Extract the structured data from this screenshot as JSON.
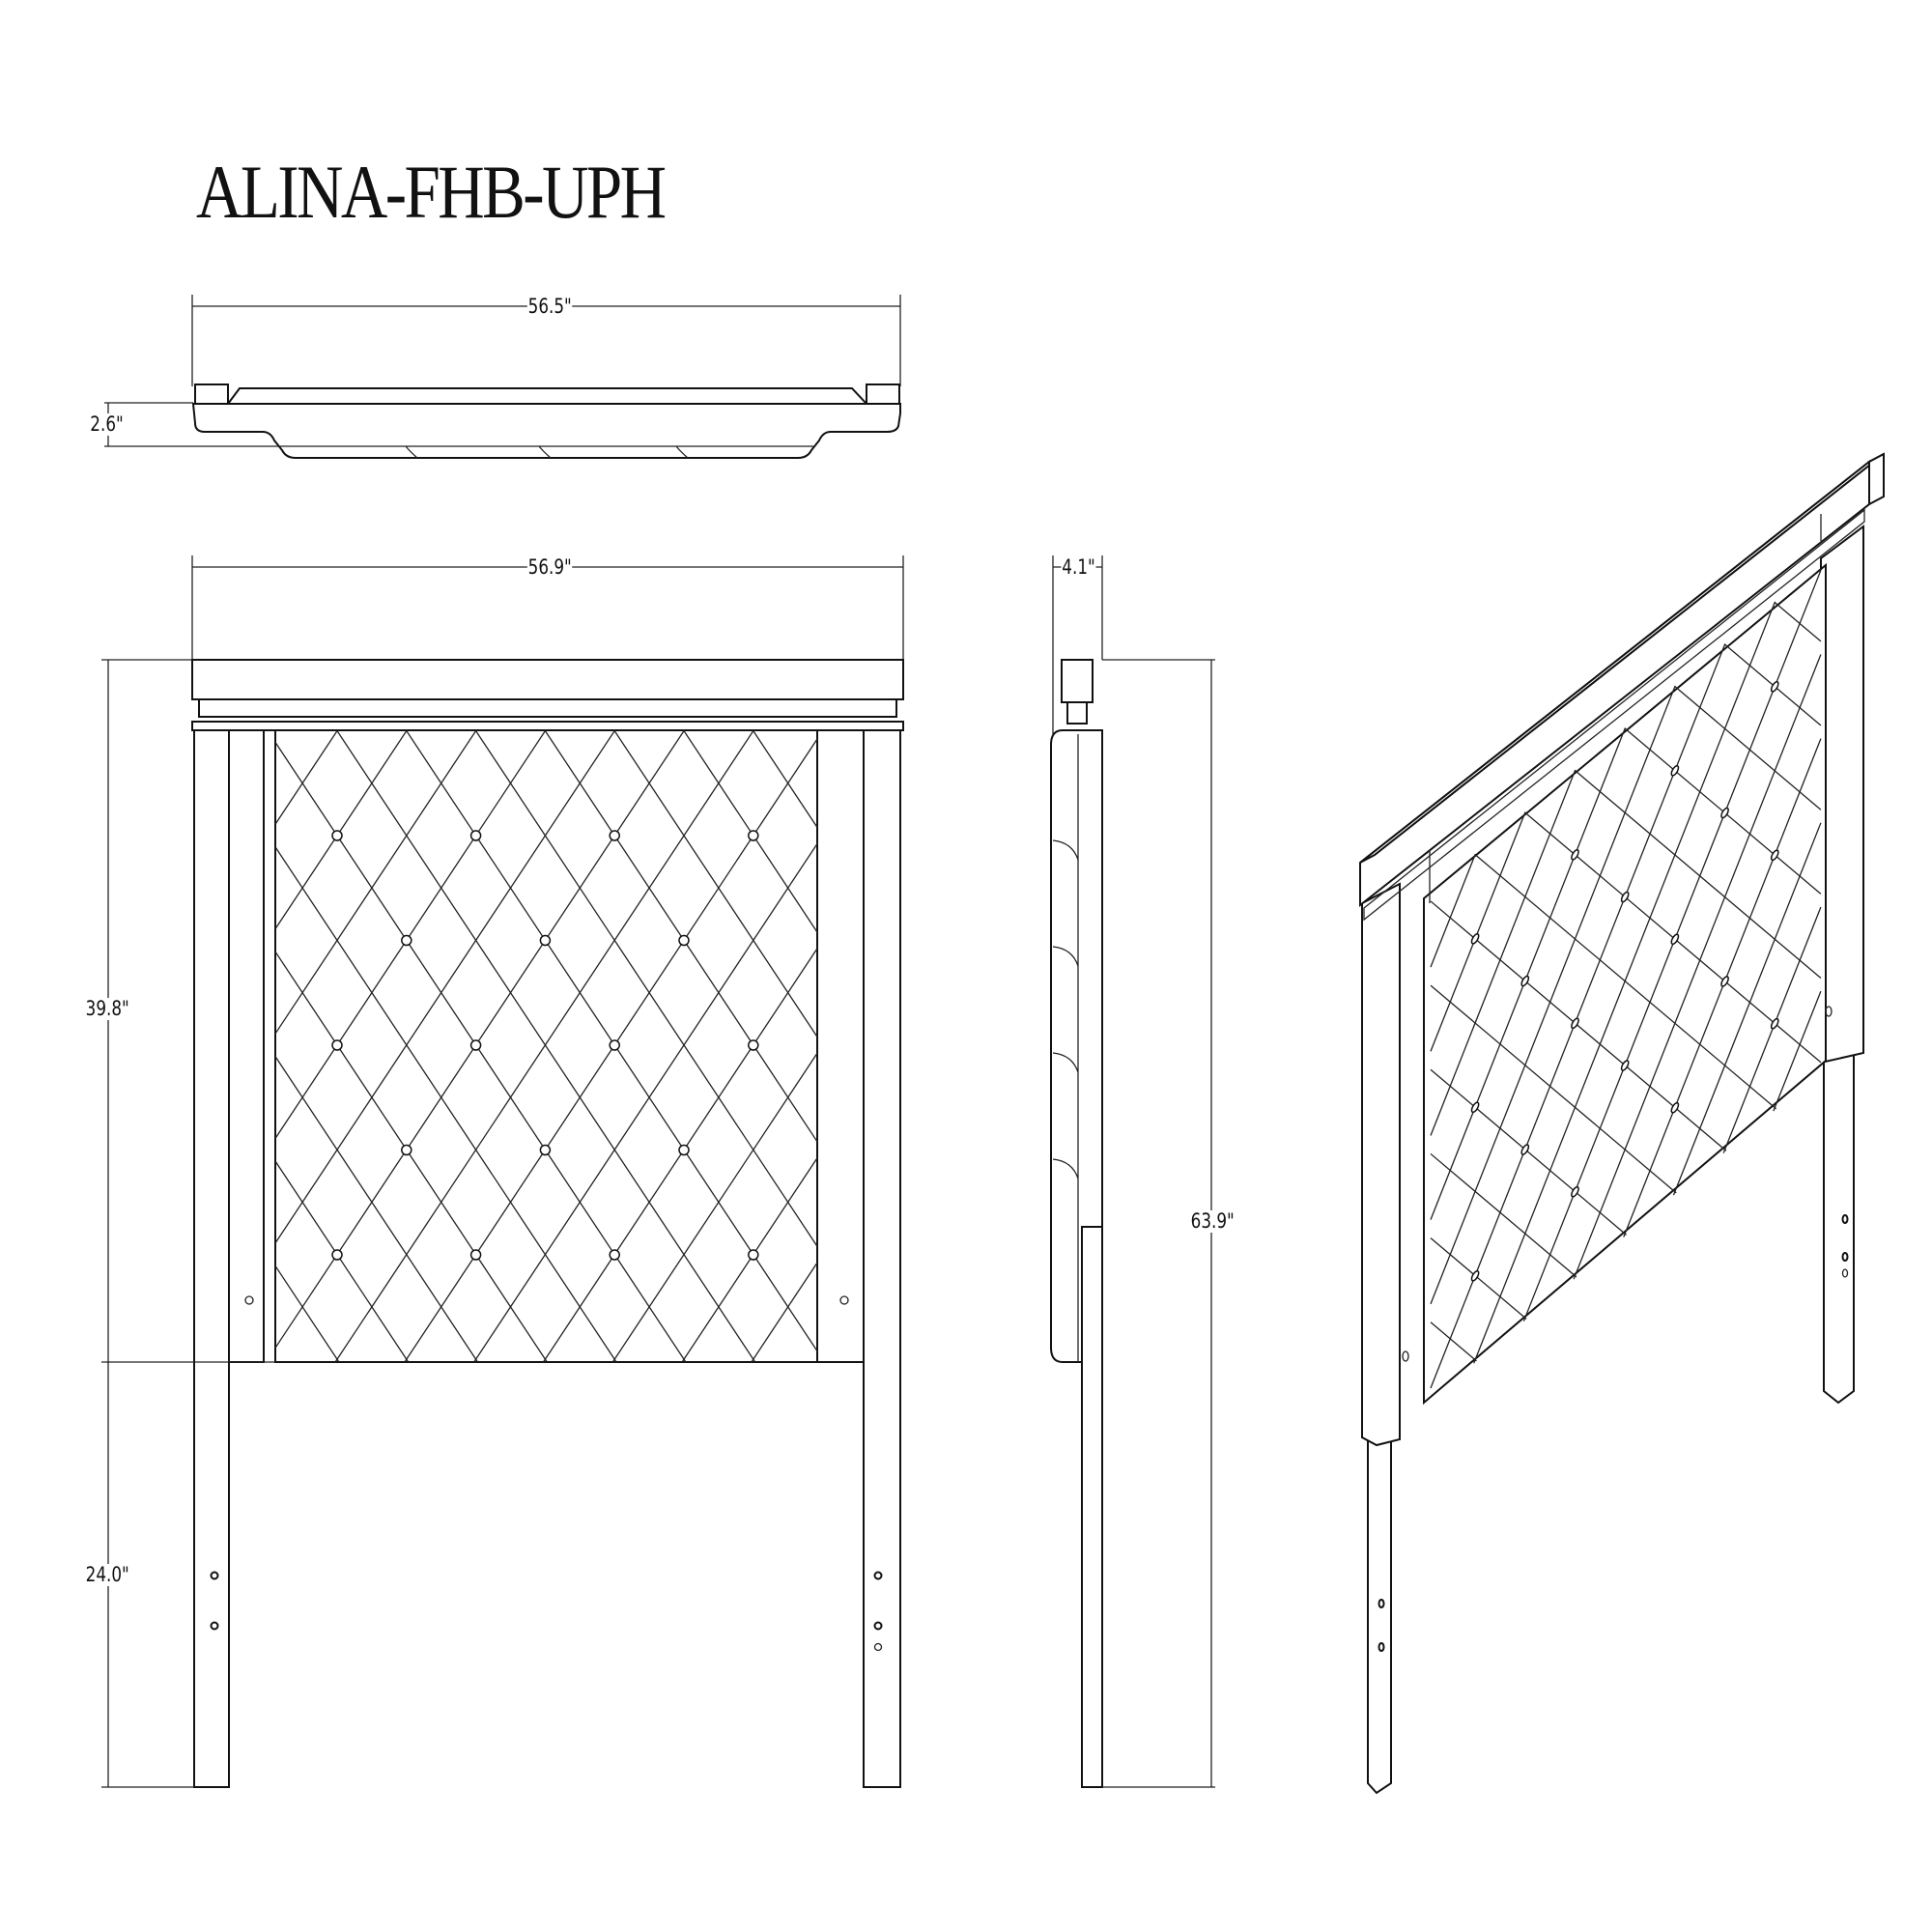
{
  "title": "ALINA-FHB-UPH",
  "dimensions": {
    "top_width": "56.5\"",
    "top_depth": "2.6\"",
    "front_width": "56.9\"",
    "side_depth": "4.1\"",
    "headboard_height": "39.8\"",
    "leg_height": "24.0\"",
    "total_height": "63.9\""
  },
  "colors": {
    "line": "#111111",
    "background": "#ffffff"
  }
}
